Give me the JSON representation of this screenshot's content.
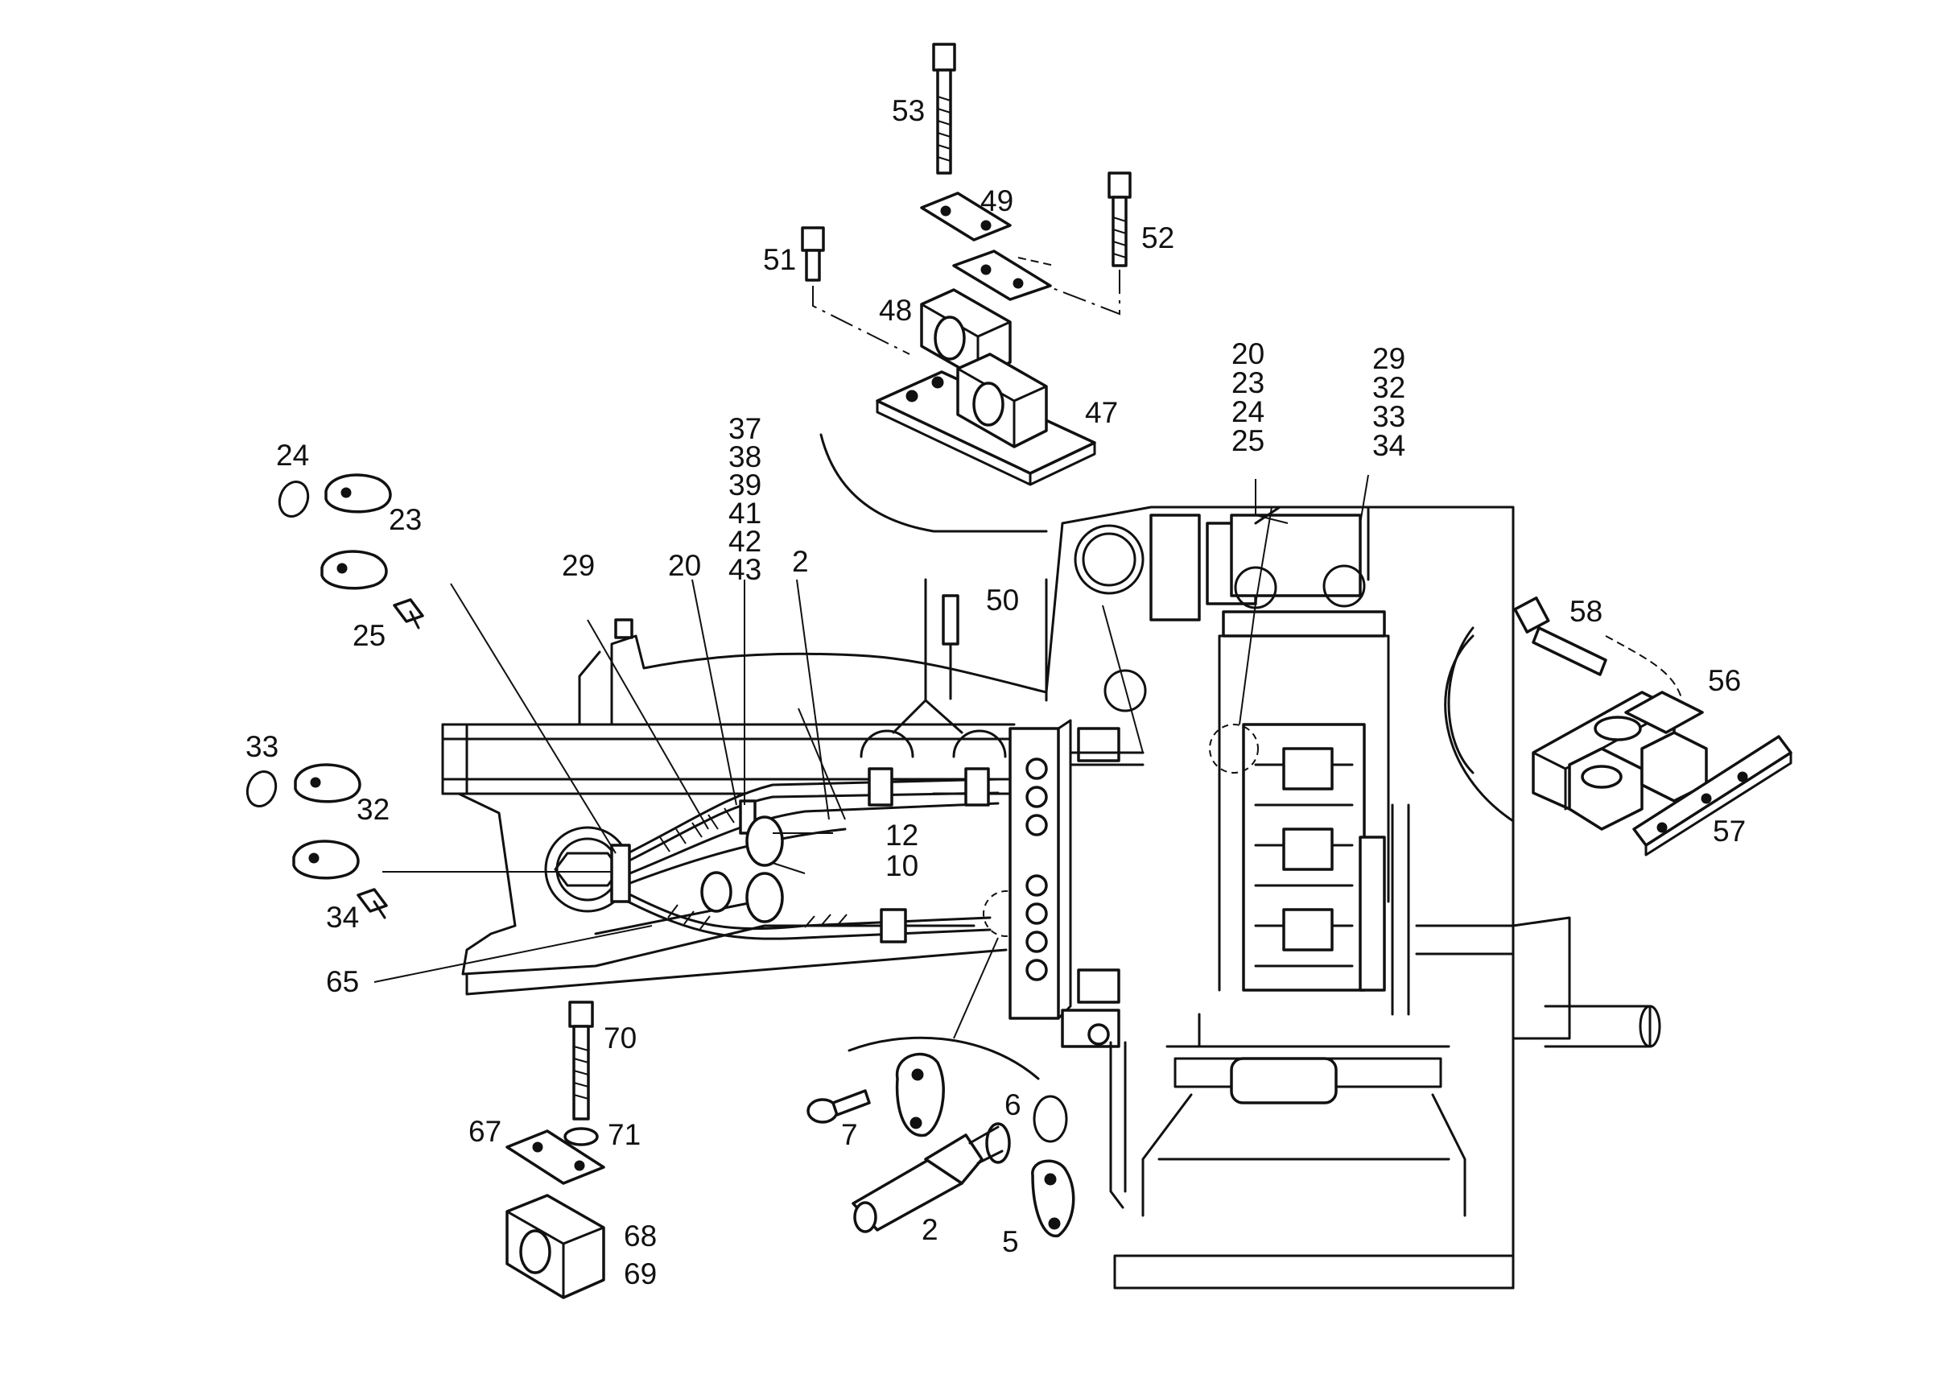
{
  "callouts": [
    {
      "id": "53",
      "text": "53"
    },
    {
      "id": "49",
      "text": "49"
    },
    {
      "id": "52",
      "text": "52"
    },
    {
      "id": "51",
      "text": "51"
    },
    {
      "id": "48",
      "text": "48"
    },
    {
      "id": "47",
      "text": "47"
    },
    {
      "id": "20a",
      "text": "20"
    },
    {
      "id": "23a",
      "text": "23"
    },
    {
      "id": "24a",
      "text": "24"
    },
    {
      "id": "25a",
      "text": "25"
    },
    {
      "id": "29a",
      "text": "29"
    },
    {
      "id": "32a",
      "text": "32"
    },
    {
      "id": "33a",
      "text": "33"
    },
    {
      "id": "34a",
      "text": "34"
    },
    {
      "id": "24b",
      "text": "24"
    },
    {
      "id": "23b",
      "text": "23"
    },
    {
      "id": "25b",
      "text": "25"
    },
    {
      "id": "37",
      "text": "37"
    },
    {
      "id": "38",
      "text": "38"
    },
    {
      "id": "39",
      "text": "39"
    },
    {
      "id": "41",
      "text": "41"
    },
    {
      "id": "42",
      "text": "42"
    },
    {
      "id": "43",
      "text": "43"
    },
    {
      "id": "29b",
      "text": "29"
    },
    {
      "id": "20b",
      "text": "20"
    },
    {
      "id": "2a",
      "text": "2"
    },
    {
      "id": "50",
      "text": "50"
    },
    {
      "id": "58",
      "text": "58"
    },
    {
      "id": "56",
      "text": "56"
    },
    {
      "id": "57",
      "text": "57"
    },
    {
      "id": "33b",
      "text": "33"
    },
    {
      "id": "32b",
      "text": "32"
    },
    {
      "id": "34b",
      "text": "34"
    },
    {
      "id": "12",
      "text": "12"
    },
    {
      "id": "10",
      "text": "10"
    },
    {
      "id": "65",
      "text": "65"
    },
    {
      "id": "70",
      "text": "70"
    },
    {
      "id": "71",
      "text": "71"
    },
    {
      "id": "67",
      "text": "67"
    },
    {
      "id": "68",
      "text": "68"
    },
    {
      "id": "69",
      "text": "69"
    },
    {
      "id": "7",
      "text": "7"
    },
    {
      "id": "6",
      "text": "6"
    },
    {
      "id": "2b",
      "text": "2"
    },
    {
      "id": "5",
      "text": "5"
    }
  ]
}
